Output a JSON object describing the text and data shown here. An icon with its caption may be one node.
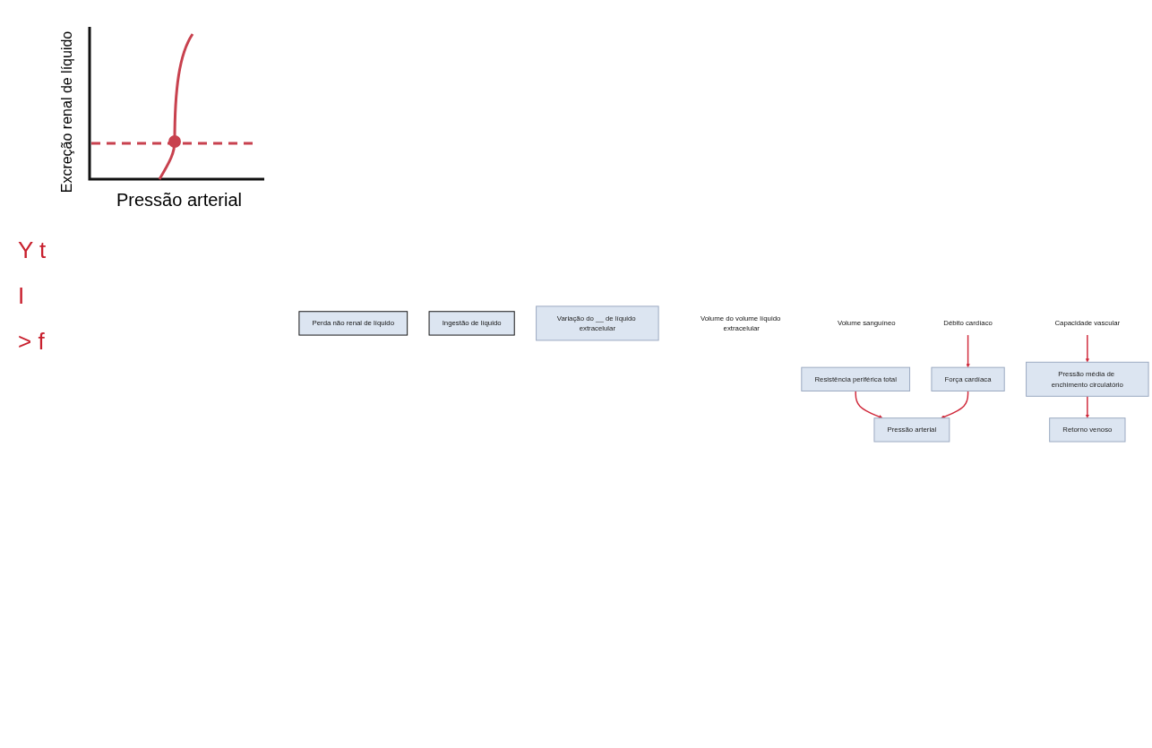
{
  "diagram": {
    "nodes": [
      {
        "text": [
          "Perda não renal de líquido"
        ]
      },
      {
        "text": [
          "Ingestão de líquido"
        ]
      },
      {
        "text": [
          "Variação do __ de líquido extracelular"
        ]
      },
      {
        "text": [
          "Volume do volume líquido extracelular"
        ]
      },
      {
        "text": [
          "Volume sanguíneo"
        ]
      },
      {
        "text": [
          "Pressão arterial"
        ]
      },
      {
        "text": [
          "Resistência periférica total"
        ]
      },
      {
        "text": [
          "Força cardíaca"
        ]
      },
      {
        "text": [
          "Débito cardíaco"
        ]
      },
      {
        "text": [
          "Retorno venoso"
        ]
      },
      {
        "text": [
          "Pressão média de enchimento circulatório"
        ]
      },
      {
        "text": [
          "Capacidade vascular"
        ]
      }
    ],
    "edges": [
      {
        "from": 6,
        "to": 5,
        "arrow": "to"
      },
      {
        "from": 7,
        "to": 5,
        "arrow": "to"
      },
      {
        "from": 8,
        "to": 7,
        "arrow": "to"
      },
      {
        "from": 10,
        "to": 9,
        "arrow": "to"
      },
      {
        "from": 11,
        "to": 10,
        "arrow": "to"
      }
    ],
    "labels": [
      "Excreção renal de líquido",
      "Pressão arterial",
      "Y t",
      "I",
      "> f"
    ]
  }
}
